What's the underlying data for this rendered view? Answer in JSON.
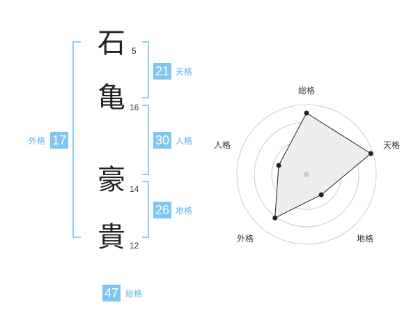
{
  "name": {
    "chars": [
      {
        "char": "石",
        "strokes": "5"
      },
      {
        "char": "亀",
        "strokes": "16"
      },
      {
        "char": "豪",
        "strokes": "14"
      },
      {
        "char": "貴",
        "strokes": "12"
      }
    ]
  },
  "fortunes": {
    "tenkaku": {
      "value": "21",
      "label": "天格"
    },
    "jinkaku": {
      "value": "30",
      "label": "人格"
    },
    "chikaku": {
      "value": "26",
      "label": "地格"
    },
    "gaikaku": {
      "value": "17",
      "label": "外格"
    },
    "soukaku": {
      "value": "47",
      "label": "総格"
    }
  },
  "radar": {
    "labels": [
      "総格",
      "天格",
      "地格",
      "外格",
      "人格"
    ],
    "levels": [
      0.88,
      0.97,
      0.36,
      0.77,
      0.42
    ],
    "colors": {
      "ring": "#cccccc",
      "fill": "#eeeeee",
      "line": "#222222",
      "center": "#cccccc"
    }
  }
}
